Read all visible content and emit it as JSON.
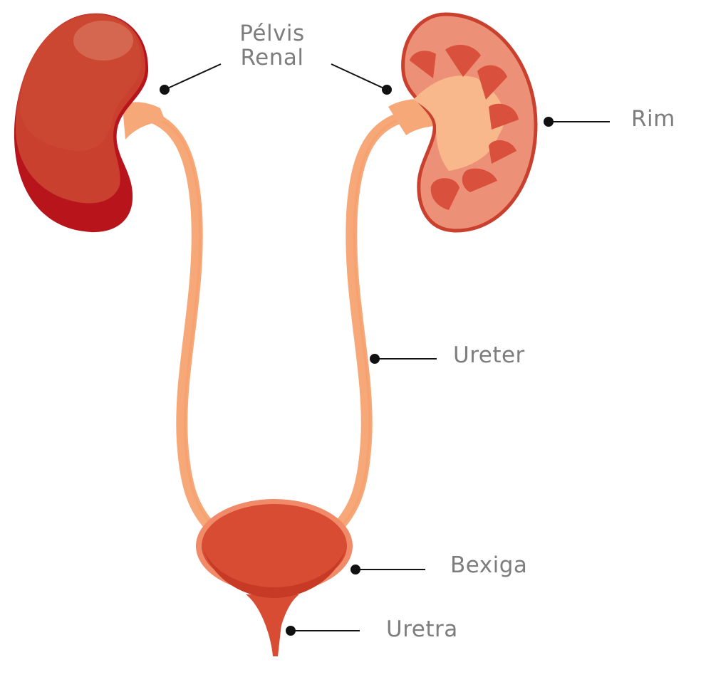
{
  "diagram": {
    "labels": {
      "pelvis_line1": "Pélvis",
      "pelvis_line2": "Renal",
      "rim": "Rim",
      "ureter": "Ureter",
      "bexiga": "Bexiga",
      "uretra": "Uretra"
    },
    "colors": {
      "kidney_dark": "#b7141c",
      "kidney_main": "#c9402e",
      "kidney_highlight": "#d5664f",
      "tube": "#f7a878",
      "tube_edge": "#f08a5c",
      "bladder_outline": "#f08a68",
      "bladder_fill": "#d84c33",
      "bladder_lower": "#c73a26",
      "section_fill": "#ec9077",
      "section_outline": "#c9402e",
      "pyramid": "#d9503c",
      "pelvis_inner": "#f9b88c",
      "leader": "#111111",
      "label_text": "#7d7d7d"
    }
  }
}
